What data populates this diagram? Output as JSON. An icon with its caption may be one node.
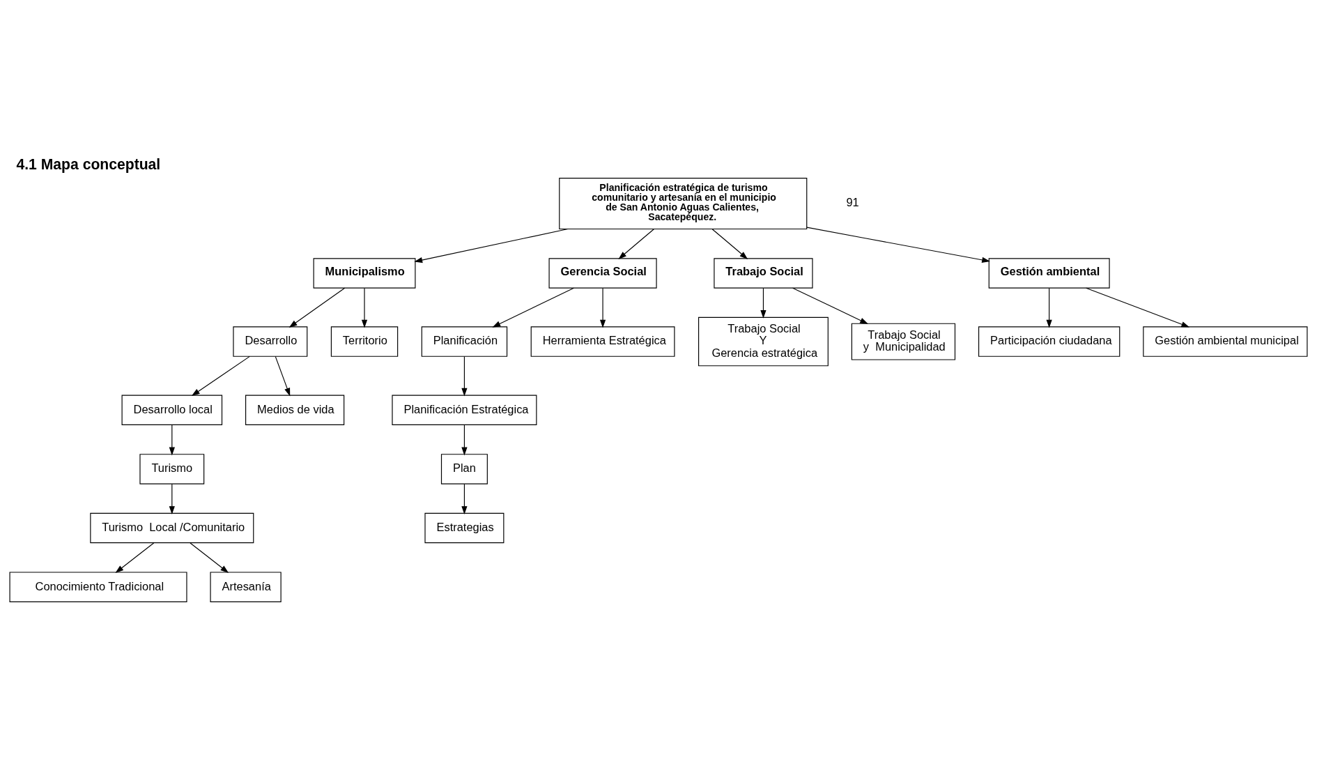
{
  "diagram": {
    "title": "4.1 Mapa conceptual",
    "nodes": [
      {
        "text": [
          "Turismo"
        ]
      },
      {
        "text": [
          "Turismo  Local /Comunitario"
        ]
      },
      {
        "text": [
          "Conocimiento Tradicional"
        ]
      },
      {
        "text": [
          "Artesanía"
        ]
      },
      {
        "text": [
          "Desarrollo local"
        ]
      },
      {
        "text": [
          "Medios de vida"
        ]
      },
      {
        "text": [
          "Desarrollo"
        ]
      },
      {
        "text": [
          "Territorio"
        ]
      },
      {
        "text": [
          "Trabajo Social",
          "Y",
          "Gerencia estratégica"
        ]
      },
      {
        "text": [
          "Planificación Estratégica"
        ]
      },
      {
        "text": [
          "Planificación"
        ]
      },
      {
        "text": [
          "Municipalismo"
        ]
      },
      {
        "text": [
          "Gerencia Social"
        ]
      },
      {
        "text": [
          "Planificación estratégica de turismo comunitario y artesanía en el municipio de San Antonio Aguas Calientes, Sacatepéquez."
        ]
      },
      {
        "text": [
          "Trabajo Social"
        ]
      },
      {
        "text": [
          "Plan"
        ]
      },
      {
        "text": [
          "Herramienta Estratégica"
        ]
      },
      {
        "text": [
          "Estrategias"
        ]
      },
      {
        "text": [
          "Gestión ambiental"
        ]
      },
      {
        "text": [
          "Trabajo Social",
          "y  Municipalidad"
        ]
      },
      {
        "text": [
          "Participación ciudadana"
        ]
      },
      {
        "text": [
          "Gestión ambiental municipal"
        ]
      }
    ],
    "edges": [
      {
        "from": 0,
        "to": 1,
        "arrow": "to"
      },
      {
        "from": 1,
        "to": 2,
        "arrow": "to"
      },
      {
        "from": 1,
        "to": 3,
        "arrow": "to"
      },
      {
        "from": 4,
        "to": 0,
        "arrow": "to"
      },
      {
        "from": 6,
        "to": 4,
        "arrow": "to"
      },
      {
        "from": 6,
        "to": 5,
        "arrow": "to"
      },
      {
        "from": 11,
        "to": 6,
        "arrow": "to"
      },
      {
        "from": 11,
        "to": 7,
        "arrow": "to"
      },
      {
        "from": 13,
        "to": 11,
        "arrow": "to"
      },
      {
        "from": 13,
        "to": 12,
        "arrow": "to"
      },
      {
        "from": 12,
        "to": 10,
        "arrow": "to"
      },
      {
        "from": 10,
        "to": 9,
        "arrow": "to"
      },
      {
        "from": 9,
        "to": 15,
        "arrow": "to"
      },
      {
        "from": 15,
        "to": 17,
        "arrow": "to"
      },
      {
        "from": 12,
        "to": 16,
        "arrow": "to"
      },
      {
        "from": 13,
        "to": 14,
        "arrow": "to"
      },
      {
        "from": 14,
        "to": 8,
        "arrow": "to"
      },
      {
        "from": 14,
        "to": 19,
        "arrow": "to"
      },
      {
        "from": 13,
        "to": 18,
        "arrow": "to"
      },
      {
        "from": 18,
        "to": 20,
        "arrow": "to"
      },
      {
        "from": 18,
        "to": 21,
        "arrow": "to"
      }
    ],
    "labels": [
      "91"
    ]
  }
}
